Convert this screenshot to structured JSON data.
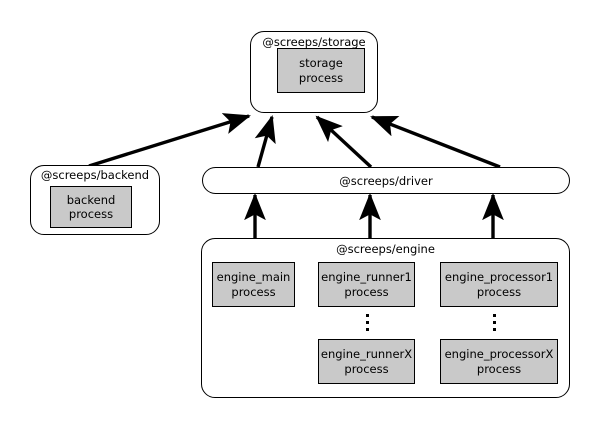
{
  "diagram": {
    "title": "screeps architecture process diagram",
    "background_color": "#ffffff",
    "line_color": "#000000",
    "process_fill_color": "#c9c9c9",
    "package_fill_color": "#ffffff"
  },
  "packages": {
    "storage": {
      "label": "@screeps/storage",
      "processes": [
        {
          "name": "storage",
          "suffix": "process"
        }
      ]
    },
    "backend": {
      "label": "@screeps/backend",
      "processes": [
        {
          "name": "backend",
          "suffix": "process"
        }
      ]
    },
    "driver": {
      "label": "@screeps/driver"
    },
    "engine": {
      "label": "@screeps/engine",
      "processes": [
        {
          "name": "engine_main",
          "suffix": "process"
        },
        {
          "name": "engine_runner1",
          "suffix": "process"
        },
        {
          "name": "engine_processor1",
          "suffix": "process"
        },
        {
          "name": "engine_runnerX",
          "suffix": "process"
        },
        {
          "name": "engine_processorX",
          "suffix": "process"
        }
      ],
      "continuation_marks": [
        {
          "name": "runner-ellipsis",
          "glyph": "vertical-ellipsis"
        },
        {
          "name": "processor-ellipsis",
          "glyph": "vertical-ellipsis"
        }
      ]
    }
  },
  "connections": [
    {
      "from": "@screeps/backend",
      "to": "@screeps/storage",
      "style": "arrow"
    },
    {
      "from": "@screeps/driver",
      "to": "@screeps/storage",
      "style": "arrow"
    },
    {
      "from": "@screeps/driver",
      "to": "@screeps/storage",
      "style": "arrow"
    },
    {
      "from": "@screeps/driver",
      "to": "@screeps/storage",
      "style": "arrow"
    },
    {
      "from": "@screeps/engine",
      "to": "@screeps/driver",
      "style": "arrow"
    },
    {
      "from": "@screeps/engine",
      "to": "@screeps/driver",
      "style": "arrow"
    },
    {
      "from": "@screeps/engine",
      "to": "@screeps/driver",
      "style": "arrow"
    }
  ]
}
